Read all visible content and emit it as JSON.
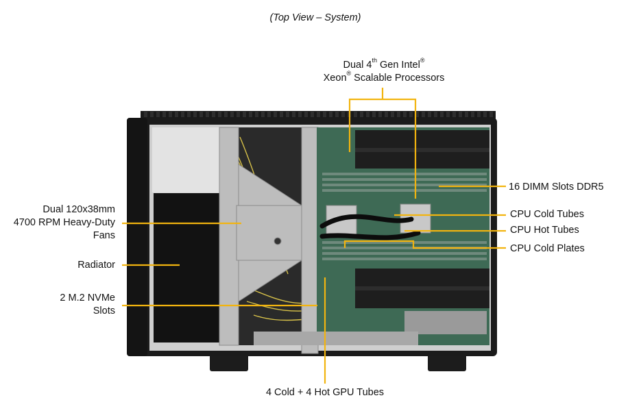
{
  "caption": "(Top View – System)",
  "callouts": {
    "processors_line1_pre": "Dual 4",
    "processors_line1_sup": "th",
    "processors_line1_post": " Gen Intel",
    "processors_line1_reg": "®",
    "processors_line2_pre": "Xeon",
    "processors_line2_reg": "®",
    "processors_line2_post": " Scalable Processors",
    "dimm": "16 DIMM Slots DDR5",
    "cold_tubes": "CPU Cold Tubes",
    "hot_tubes": "CPU Hot Tubes",
    "cold_plates": "CPU Cold Plates",
    "fans_line1": "Dual 120x38mm",
    "fans_line2": "4700 RPM Heavy-Duty",
    "fans_line3": "Fans",
    "radiator": "Radiator",
    "m2_line1": "2 M.2 NVMe",
    "m2_line2": "Slots",
    "gpu_tubes": "4 Cold + 4 Hot GPU Tubes"
  },
  "colors": {
    "leader": "#f2b40f",
    "chassis": "#1b1b1b",
    "chassis_edge": "#3a3a3a",
    "interior": "#d6d6d6",
    "board": "#3e6a55",
    "bracket": "#b8b8b8"
  }
}
